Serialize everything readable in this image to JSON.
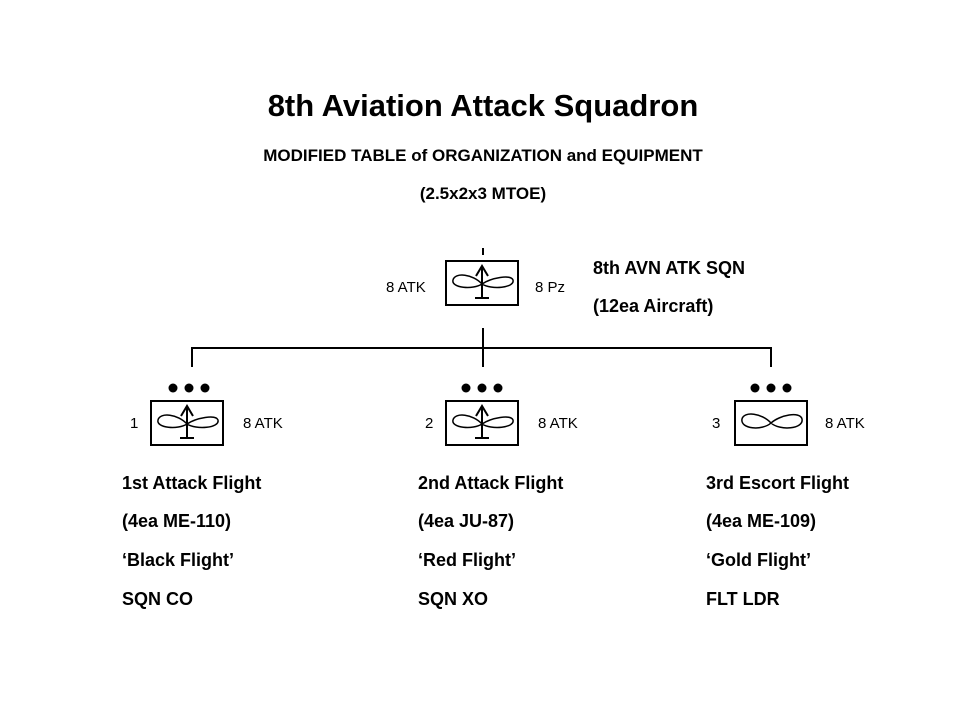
{
  "header": {
    "title": "8th Aviation Attack Squadron",
    "subtitle": "MODIFIED TABLE of ORGANIZATION and EQUIPMENT",
    "designation": "(2.5x2x3 MTOE)"
  },
  "hq": {
    "left_label": "8 ATK",
    "right_label": "8 Pz",
    "name": "8th AVN ATK SQN",
    "strength": "(12ea Aircraft)",
    "symbol": "attack-aviation-icon"
  },
  "flights": [
    {
      "number": "1",
      "parent_label": "8 ATK",
      "echelon": "platoon-dots",
      "symbol": "attack-aviation-icon",
      "name": "1st Attack Flight",
      "aircraft": "(4ea ME-110)",
      "callsign": "‘Black Flight’",
      "leader": "SQN CO"
    },
    {
      "number": "2",
      "parent_label": "8 ATK",
      "echelon": "platoon-dots",
      "symbol": "attack-aviation-icon",
      "name": "2nd Attack Flight",
      "aircraft": "(4ea JU-87)",
      "callsign": "‘Red Flight’",
      "leader": "SQN XO"
    },
    {
      "number": "3",
      "parent_label": "8 ATK",
      "echelon": "platoon-dots",
      "symbol": "aviation-icon",
      "name": "3rd Escort Flight",
      "aircraft": "(4ea ME-109)",
      "callsign": "‘Gold Flight’",
      "leader": "FLT LDR"
    }
  ]
}
